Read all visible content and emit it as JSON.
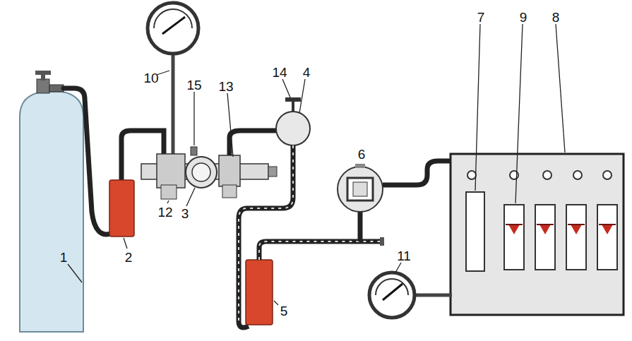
{
  "diagram": {
    "labels": [
      "10",
      "15",
      "14",
      "4",
      "13",
      "6",
      "7",
      "9",
      "8",
      "2",
      "12",
      "3",
      "11",
      "5",
      "1"
    ]
  }
}
